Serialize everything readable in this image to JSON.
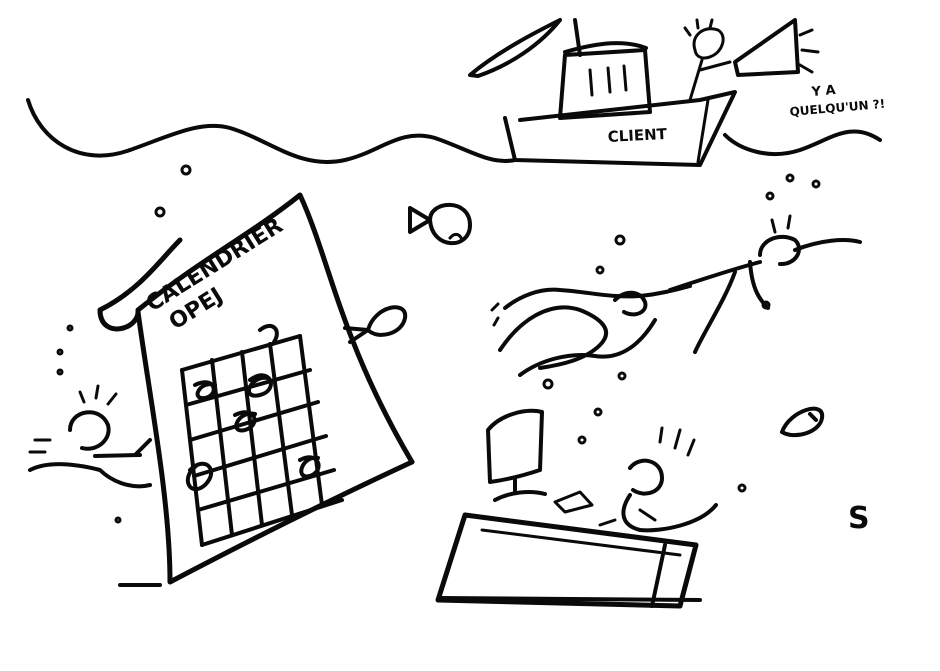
{
  "ink_color": "#0a0a0a",
  "background_color": "#ffffff",
  "boat": {
    "hull_label": "CLIENT"
  },
  "speech": {
    "line1": "Y A",
    "line2": "QUELQU'UN ?!"
  },
  "calendar": {
    "title_line1": "CALENDRIER",
    "title_line2": "OPEJ"
  },
  "signature": "S"
}
